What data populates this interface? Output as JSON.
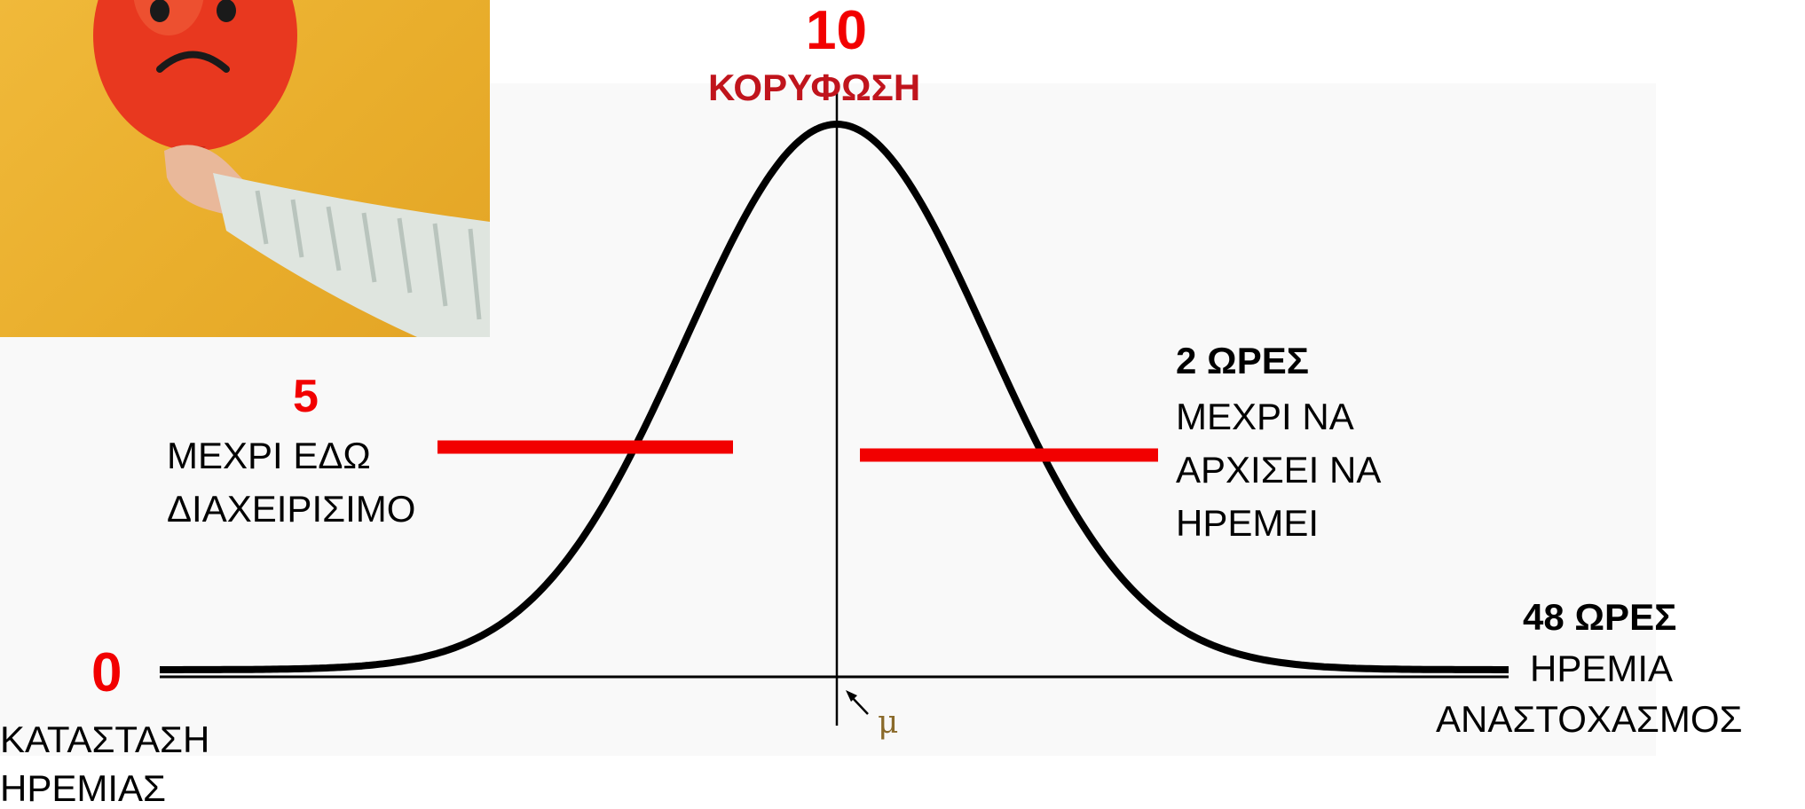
{
  "peak": {
    "value": "10",
    "label": "ΚΟΡΥΦΩΣΗ"
  },
  "left_mid": {
    "value": "5",
    "line1": "ΜΕΧΡΙ ΕΔΩ",
    "line2": "ΔΙΑΧΕΙΡΙΣΙΜΟ"
  },
  "right_mid": {
    "title": "2 ΩΡΕΣ",
    "line1": "ΜΕΧΡΙ ΝΑ",
    "line2": "ΑΡΧΙΣΕΙ ΝΑ",
    "line3": "ΗΡΕΜΕΙ"
  },
  "start": {
    "value": "0",
    "line1": "ΚΑΤΑΣΤΑΣΗ",
    "line2": "ΗΡΕΜΙΑΣ"
  },
  "end": {
    "title": "48 ΩΡΕΣ",
    "line1": "ΗΡΕΜΙΑ",
    "line2": "ΑΝΑΣΤΟΧΑΣΜΟΣ"
  },
  "mu_label": "μ",
  "colors": {
    "accent_red": "#f20000",
    "title_red": "#c0141c",
    "curve": "#000000"
  },
  "icons": {
    "photo": "sad-red-balloon-icon",
    "arrow": "arrow-icon"
  }
}
